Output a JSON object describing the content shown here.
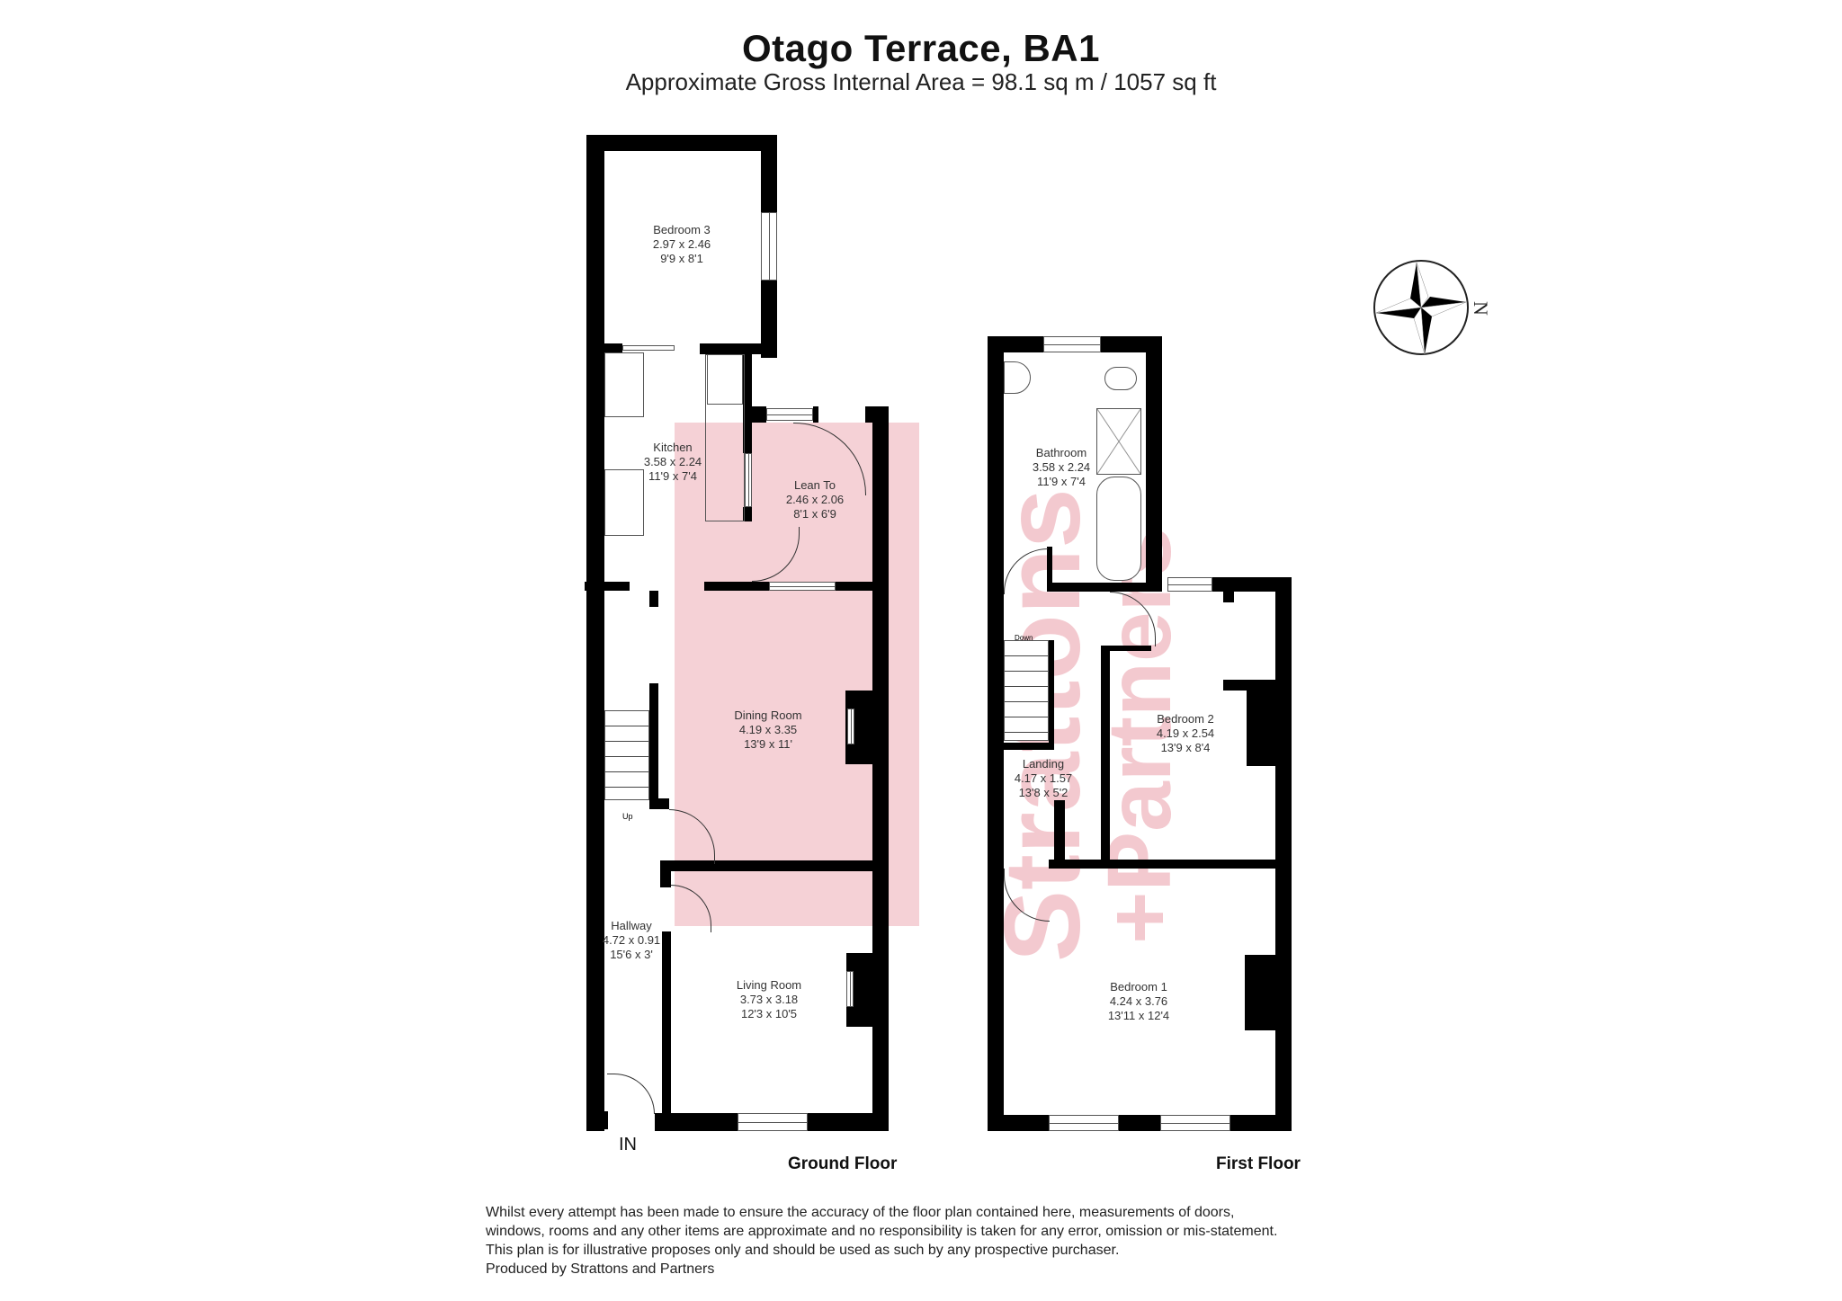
{
  "header": {
    "title": "Otago Terrace, BA1",
    "subtitle": "Approximate Gross Internal Area = 98.1 sq m / 1057 sq ft"
  },
  "compass": {
    "label": "N"
  },
  "ground_floor": {
    "label": "Ground Floor",
    "entrance_label": "IN",
    "stairs_label": "Up",
    "rooms": [
      {
        "name": "Bedroom 3",
        "metric": "2.97 x 2.46",
        "imperial": "9'9 x 8'1"
      },
      {
        "name": "Kitchen",
        "metric": "3.58 x 2.24",
        "imperial": "11'9 x 7'4"
      },
      {
        "name": "Lean To",
        "metric": "2.46 x 2.06",
        "imperial": "8'1 x 6'9"
      },
      {
        "name": "Dining Room",
        "metric": "4.19 x 3.35",
        "imperial": "13'9 x 11'"
      },
      {
        "name": "Hallway",
        "metric": "4.72 x 0.91",
        "imperial": "15'6 x 3'"
      },
      {
        "name": "Living Room",
        "metric": "3.73 x 3.18",
        "imperial": "12'3 x 10'5"
      }
    ]
  },
  "first_floor": {
    "label": "First Floor",
    "stairs_label": "Down",
    "rooms": [
      {
        "name": "Bathroom",
        "metric": "3.58 x 2.24",
        "imperial": "11'9 x 7'4"
      },
      {
        "name": "Bedroom 2",
        "metric": "4.19 x 2.54",
        "imperial": "13'9 x 8'4"
      },
      {
        "name": "Landing",
        "metric": "4.17 x 1.57",
        "imperial": "13'8 x 5'2"
      },
      {
        "name": "Bedroom 1",
        "metric": "4.24 x 3.76",
        "imperial": "13'11 x 12'4"
      }
    ]
  },
  "watermark": {
    "text_1": "Strattons",
    "text_2": "+Partners",
    "color": "#f3c9cf"
  },
  "disclaimer": {
    "lines": [
      "Whilst every attempt has been made to ensure the accuracy of the floor plan contained here, measurements of doors,",
      "windows, rooms and any other items are approximate and no responsibility is taken for any error, omission or mis-statement.",
      "This plan is for illustrative proposes only and should be used as such by any prospective purchaser.",
      "Produced by Strattons and Partners"
    ]
  }
}
